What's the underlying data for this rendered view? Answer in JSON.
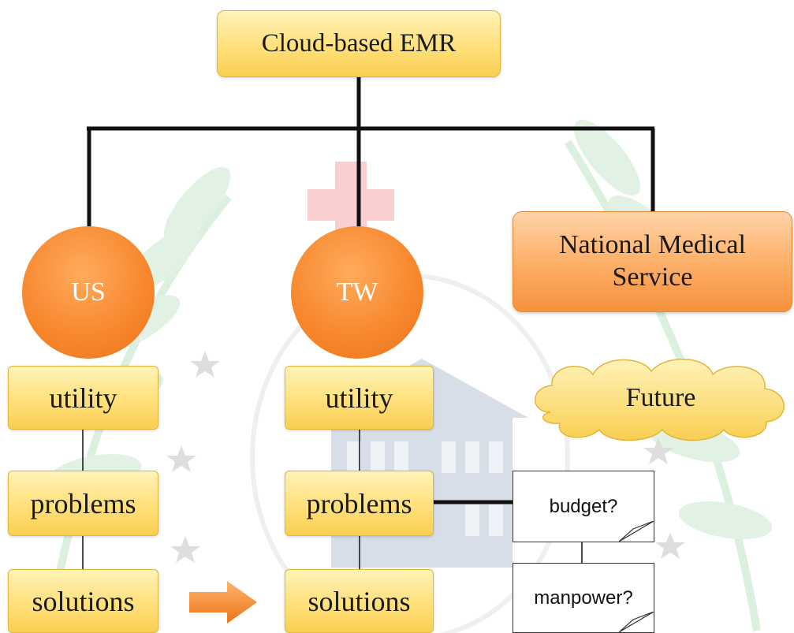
{
  "root": {
    "label": "Cloud-based EMR"
  },
  "branches": {
    "us": {
      "label": "US"
    },
    "tw": {
      "label": "TW"
    },
    "nms": {
      "line1": "National Medical",
      "line2": "Service"
    }
  },
  "us_column": {
    "utility": "utility",
    "problems": "problems",
    "solutions": "solutions"
  },
  "tw_column": {
    "utility": "utility",
    "problems": "problems",
    "solutions": "solutions"
  },
  "future": {
    "label": "Future"
  },
  "notes": {
    "budget": "budget?",
    "manpower": "manpower?"
  },
  "colors": {
    "node_fill": "#ffe07a",
    "circle_fill": "#f7862c",
    "arrow_fill": "#f28a2e",
    "connector": "#111111",
    "watermark_leaf": "#c9e8cf",
    "watermark_cross": "#f4aaa8",
    "watermark_building": "#b7c3d6"
  }
}
